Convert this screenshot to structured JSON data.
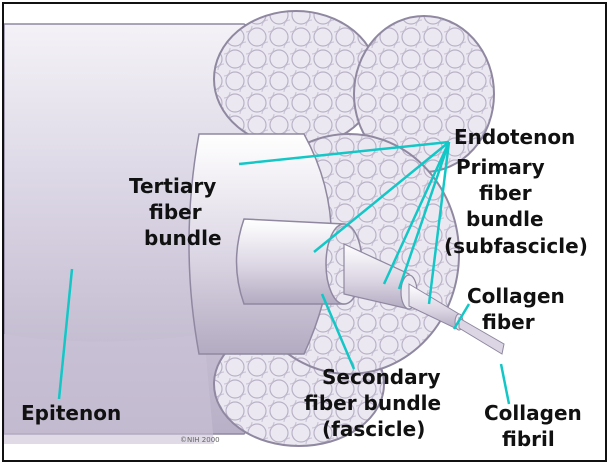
{
  "labels": {
    "endotenon": "Endotenon",
    "primary_line1": "Primary",
    "primary_line2": "fiber",
    "primary_line3": "bundle",
    "primary_line4": "(subfascicle)",
    "tertiary_line1": "Tertiary",
    "tertiary_line2": "fiber",
    "tertiary_line3": "bundle",
    "collagen_fiber_line1": "Collagen",
    "collagen_fiber_line2": "fiber",
    "epitenon": "Epitenon",
    "secondary_line1": "Secondary",
    "secondary_line2": "fiber bundle",
    "secondary_line3": "(fascicle)",
    "collagen_fibril_line1": "Collagen",
    "collagen_fibril_line2": "fibril",
    "copyright": "©NIH 2000"
  },
  "colors": {
    "leader_line": "#13c7c7",
    "sheath": "#d9d3e6",
    "fascicle_fill": "#e8e4ee",
    "fascicle_texture": "#b9b2c8"
  }
}
